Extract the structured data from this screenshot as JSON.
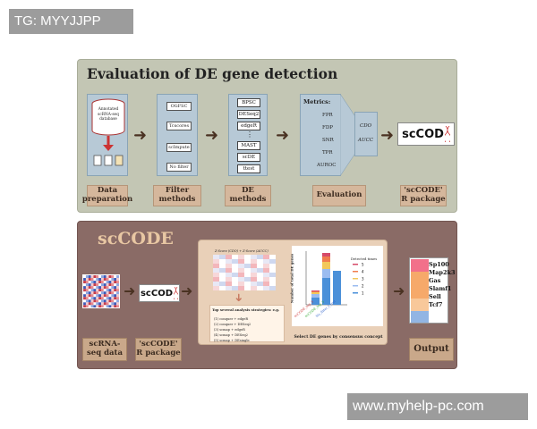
{
  "watermarks": {
    "top": "TG: MYYJJPP",
    "bottom": "www.myhelp-pc.com"
  },
  "top_panel": {
    "title": "Evaluation of DE gene detection",
    "database_text": "Annotated scRNA-seq database",
    "filter_chips": [
      "OGFSC",
      "Tcscores",
      "scImpute",
      "No filter"
    ],
    "de_methods": [
      "BPSC",
      "DESeq2",
      "edgeR",
      "⋮",
      "MAST",
      "scDE",
      "ttest"
    ],
    "metrics_title": "Metrics:",
    "metrics": [
      "FPR",
      "FDP",
      "SNR",
      "TPR",
      "AUROC"
    ],
    "cdo_metrics": [
      "CDO",
      "AUCC"
    ],
    "logo_text": "scCOD",
    "labels": {
      "data_preparation": "Data preparation",
      "filter_methods": "Filter methods",
      "de_methods": "DE methods",
      "evaluation": "Evaluation",
      "package": "'scCODE' R package"
    }
  },
  "bottom_panel": {
    "title": "scCODE",
    "logo_text": "scCOD",
    "heatmap_title": "Z-Score (CDO) + Z-Score (AUCC)",
    "strategies_title": "Top several analysis strategies: e.g.",
    "strategies": [
      "(1) conquer + edgeR",
      "(2) conquer + DESeq2",
      "(3) scmap + edgeR",
      "(4) scmap + DESeq2",
      "(5) scmap + DEsingle"
    ],
    "chart_ylabel": "Number of total DE genes",
    "chart_legend_title": "Detected times",
    "chart_legend": [
      "5",
      "4",
      "3",
      "2",
      "1"
    ],
    "chart_xlabels": [
      "scCODE_top_3",
      "scCODE_top_5",
      "No_filter_t_test"
    ],
    "consensus_caption": "Select DE genes by consensus concept",
    "output_genes": [
      "Sp100",
      "Map2k3",
      "Gas",
      "Slamf1",
      "Sell",
      "Tcf7"
    ],
    "labels": {
      "scrna_data": "scRNA-seq data",
      "package": "'scCODE' R package",
      "output": "Output"
    }
  },
  "colors": {
    "top_panel": "#c3c6b4",
    "bottom_panel": "#8a6b66",
    "label_box": "#d5b79c",
    "method_box": "#b7c9d6",
    "arrow": "#4a3222"
  }
}
